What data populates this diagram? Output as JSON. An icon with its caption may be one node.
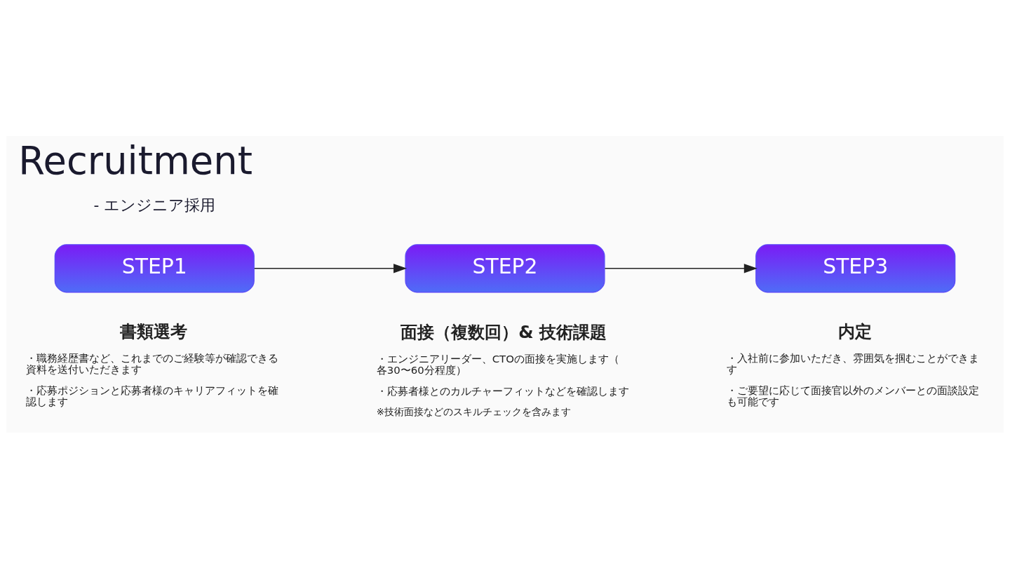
{
  "diagram": {
    "title": "Recruitment",
    "nodes": [
      {
        "text": [
          "STEP1"
        ],
        "beside": [
          "書類選考",
          "・職務経歴書など、これまでのご経験等が確認できる資料を送付いただきます",
          "・応募ポジションと応募者様のキャリアフィットを確認します"
        ]
      },
      {
        "text": [
          "STEP2"
        ],
        "beside": [
          "面接（複数回）& 技術課題",
          "・エンジニアリーダー、CTOの面接を実施します（各30〜60分程度）",
          "・応募者様とのカルチャーフィットなどを確認します",
          "※技術面接などのスキルチェックを含みます"
        ]
      },
      {
        "text": [
          "STEP3"
        ],
        "beside": [
          "内定",
          "・入社前に参加いただき、雰囲気を掴むことができます",
          "・ご要望に応じて面接官以外のメンバーとの面談設定も可能です"
        ]
      }
    ],
    "edges": [
      {
        "from": 0,
        "to": 1,
        "arrow": "to"
      },
      {
        "from": 1,
        "to": 2,
        "arrow": "to"
      }
    ],
    "labels": [
      "- エンジニア採用"
    ]
  }
}
